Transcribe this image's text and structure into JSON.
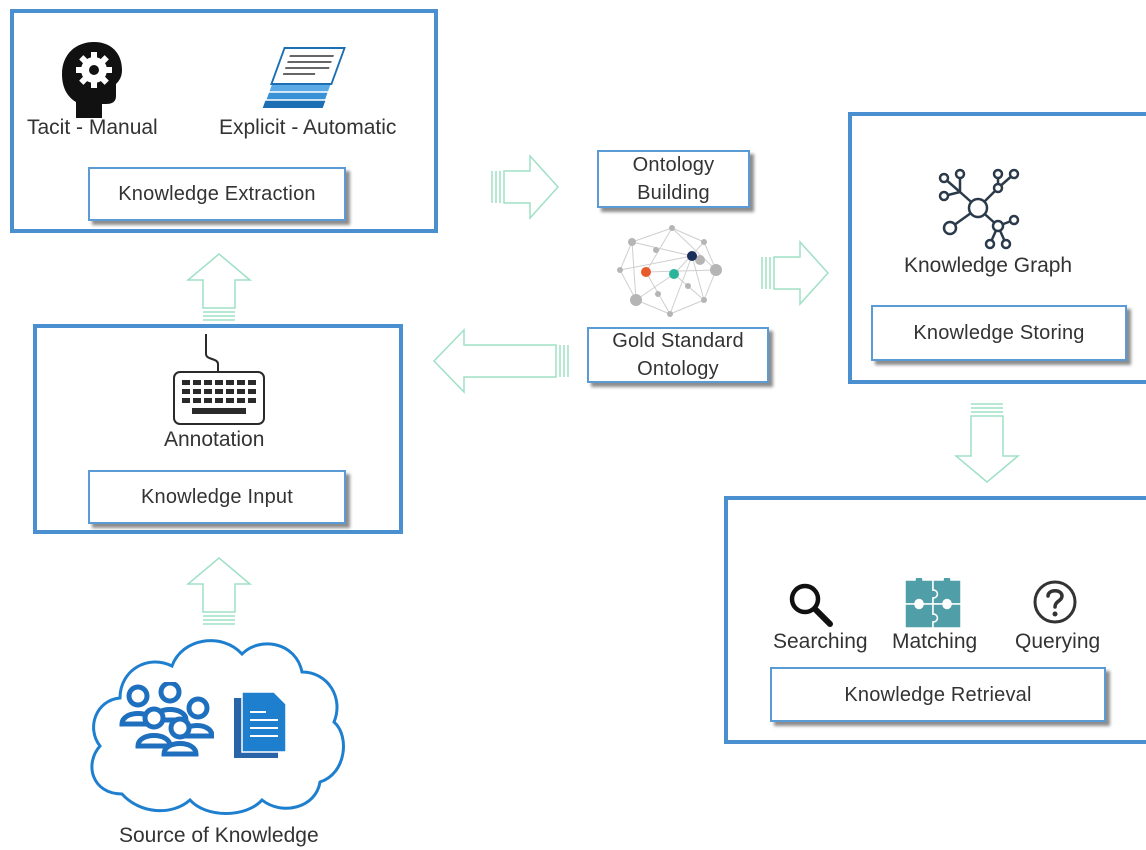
{
  "extraction": {
    "tacit_label": "Tacit - Manual",
    "explicit_label": "Explicit - Automatic",
    "title": "Knowledge Extraction"
  },
  "ontology": {
    "building_line1": "Ontology",
    "building_line2": "Building",
    "gold_line1": "Gold Standard",
    "gold_line2": "Ontology"
  },
  "storing": {
    "graph_label": "Knowledge Graph",
    "title": "Knowledge Storing"
  },
  "input": {
    "annotation_label": "Annotation",
    "title": "Knowledge Input"
  },
  "retrieval": {
    "searching_label": "Searching",
    "matching_label": "Matching",
    "querying_label": "Querying",
    "title": "Knowledge Retrieval"
  },
  "source": {
    "label": "Source of Knowledge"
  },
  "colors": {
    "box_border": "#4a90d0",
    "arrow": "#9fe0c6",
    "icon_dark": "#222222",
    "people_blue": "#1f6fbf",
    "puzzle_teal": "#4f9ea8"
  }
}
